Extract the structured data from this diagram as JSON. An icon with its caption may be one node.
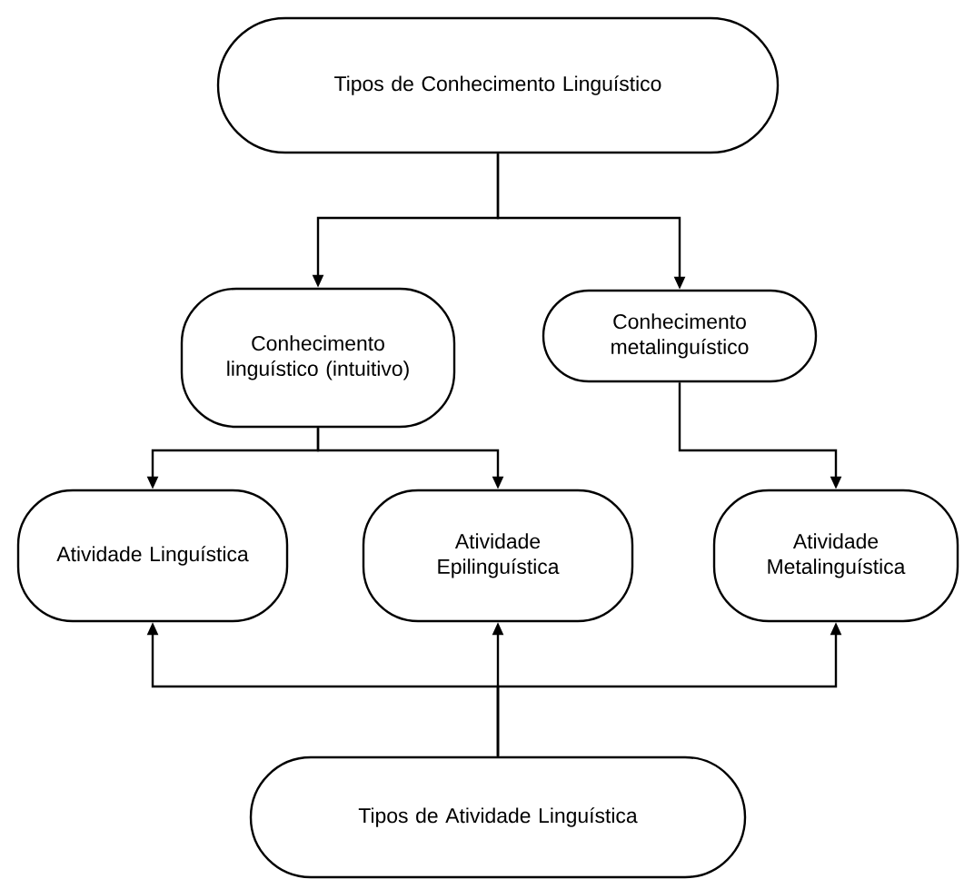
{
  "diagram": {
    "nodes": [
      {
        "text": [
          "Tipos de Conhecimento Linguístico"
        ]
      },
      {
        "text": [
          "Conhecimento linguístico (intuitivo)"
        ]
      },
      {
        "text": [
          "Conhecimento metalinguístico"
        ]
      },
      {
        "text": [
          "Atividade Linguística"
        ]
      },
      {
        "text": [
          "Atividade Epilinguística"
        ]
      },
      {
        "text": [
          "Atividade Metalinguística"
        ]
      },
      {
        "text": [
          "Tipos de Atividade Linguística"
        ]
      }
    ],
    "edges": [
      {
        "from": 0,
        "to": 1,
        "arrow": "to"
      },
      {
        "from": 0,
        "to": 2,
        "arrow": "to"
      },
      {
        "from": 1,
        "to": 3,
        "arrow": "to"
      },
      {
        "from": 1,
        "to": 4,
        "arrow": "to"
      },
      {
        "from": 2,
        "to": 5,
        "arrow": "to"
      },
      {
        "from": 6,
        "to": 3,
        "arrow": "to"
      },
      {
        "from": 6,
        "to": 4,
        "arrow": "to"
      },
      {
        "from": 6,
        "to": 5,
        "arrow": "to"
      }
    ]
  }
}
